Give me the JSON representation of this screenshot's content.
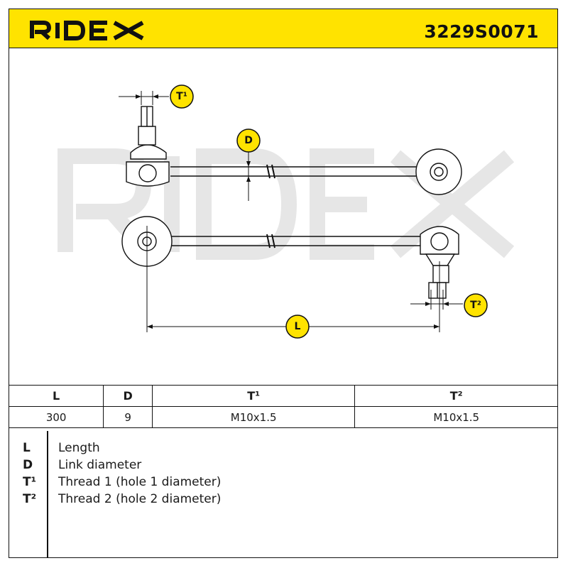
{
  "brand": "RIDEX",
  "part_number": "3229S0071",
  "watermark": "RIDEX",
  "drawing": {
    "callouts": {
      "t1": "T¹",
      "d": "D",
      "l": "L",
      "t2": "T²"
    }
  },
  "specs": {
    "headers": [
      "L",
      "D",
      "T¹",
      "T²"
    ],
    "values": [
      "300",
      "9",
      "M10x1.5",
      "M10x1.5"
    ]
  },
  "legend": [
    {
      "key": "L",
      "description": "Length"
    },
    {
      "key": "D",
      "description": "Link diameter"
    },
    {
      "key": "T¹",
      "description": "Thread 1 (hole 1 diameter)"
    },
    {
      "key": "T²",
      "description": "Thread 2 (hole 2 diameter)"
    }
  ],
  "colors": {
    "accent": "#ffe300",
    "line": "#111111",
    "watermark": "#e6e6e6"
  }
}
